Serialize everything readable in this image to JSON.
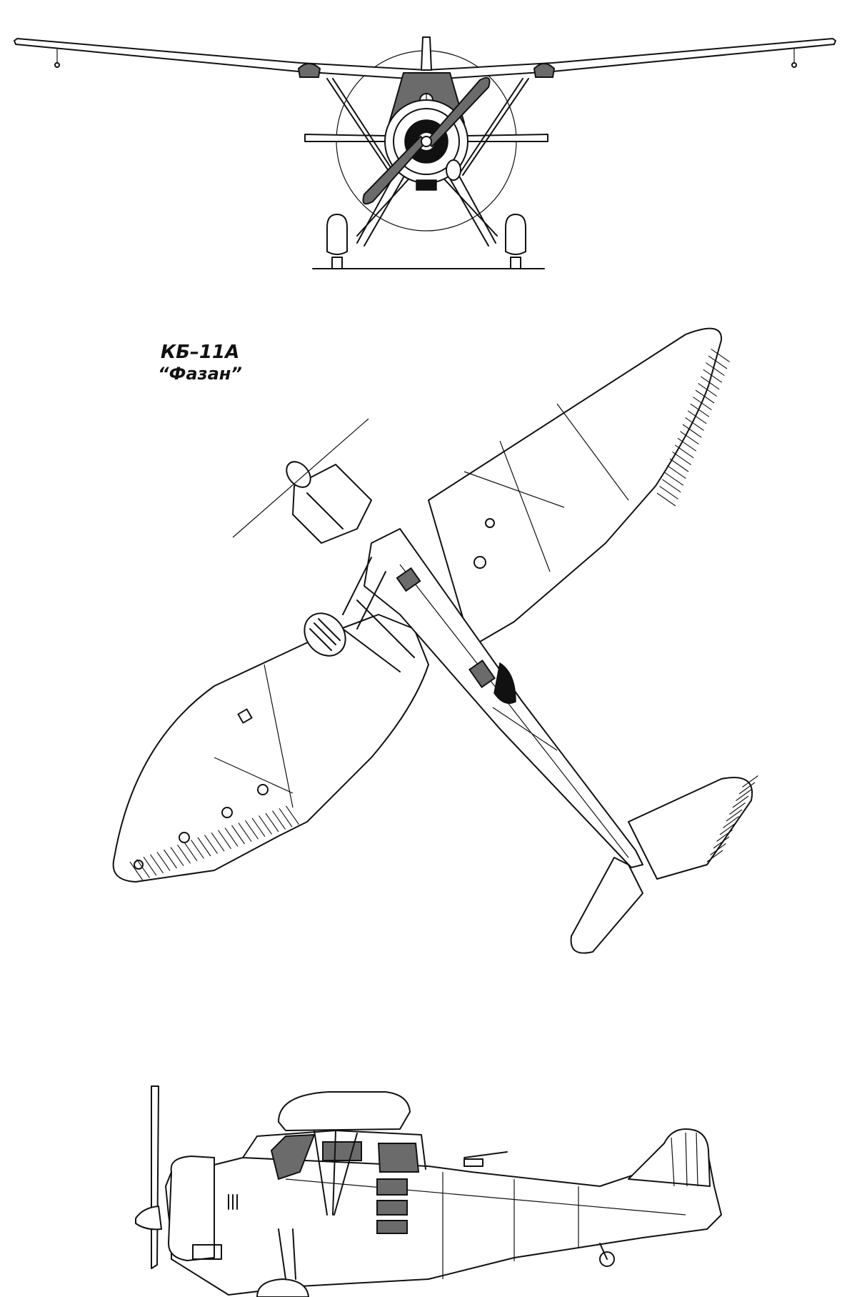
{
  "caption": {
    "designation": "КБ–11А",
    "name": "“Фазан”"
  },
  "views": [
    "front-view",
    "top-view",
    "side-view"
  ],
  "colors": {
    "ink": "#111111",
    "fill_gray": "#6b6b6b",
    "paper": "#ffffff"
  }
}
